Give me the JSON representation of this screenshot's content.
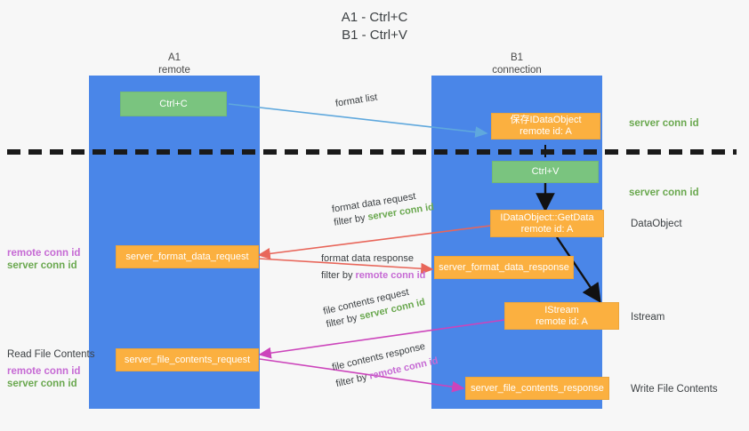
{
  "title": {
    "line1": "A1 - Ctrl+C",
    "line2": "B1 - Ctrl+V"
  },
  "lanes": [
    {
      "name": "A1",
      "subtitle": "remote"
    },
    {
      "name": "B1",
      "subtitle": "connection"
    }
  ],
  "nodes": {
    "ctrl_c": {
      "label": "Ctrl+C"
    },
    "save_dataobject": {
      "line1": "保存IDataObject",
      "line2": "remote id: A"
    },
    "ctrl_v": {
      "label": "Ctrl+V"
    },
    "getdata": {
      "line1": "IDataObject::GetData",
      "line2": "remote id: A"
    },
    "istream": {
      "line1": "IStream",
      "line2": "remote id: A"
    },
    "server_format_data_request": {
      "label": "server_format_data_request"
    },
    "server_format_data_response": {
      "label": "server_format_data_response"
    },
    "server_file_contents_request": {
      "label": "server_file_contents_request"
    },
    "server_file_contents_response": {
      "label": "server_file_contents_response"
    }
  },
  "edge_labels": {
    "format_list": "format list",
    "format_data_request": "format data request",
    "format_data_request_filter_prefix": "filter by ",
    "format_data_request_filter_key": "server conn id",
    "format_data_response": "format data response",
    "format_data_response_filter_prefix": "filter by ",
    "format_data_response_filter_key": "remote conn id",
    "file_contents_request": "file contents request",
    "file_contents_request_filter_prefix": "filter by ",
    "file_contents_request_filter_key": "server conn id",
    "file_contents_response": "file contents response",
    "file_contents_response_filter_prefix": "filter by ",
    "file_contents_response_filter_key": "remote conn id"
  },
  "right_annotations": {
    "server_conn_id_top": "server conn id",
    "server_conn_id_mid": "server conn id",
    "dataobject": "DataObject",
    "istream": "Istream",
    "write_file_contents": "Write File Contents"
  },
  "left_annotations": {
    "remote_conn_id_mid": "remote conn id",
    "server_conn_id_mid": "server conn id",
    "read_file_contents": "Read File Contents",
    "remote_conn_id_bottom": "remote conn id",
    "server_conn_id_bottom": "server conn id"
  },
  "colors": {
    "lane": "#4a86e8",
    "green_node": "#7ac47f",
    "orange_node": "#fbb040",
    "server_conn_id": "#6aa84f",
    "remote_conn_id": "#c66ad4",
    "arrow_light_blue": "#5fa8dd",
    "arrow_red": "#e8665a",
    "arrow_magenta": "#cc44bb",
    "arrow_black": "#000000",
    "background": "#f7f7f7"
  }
}
